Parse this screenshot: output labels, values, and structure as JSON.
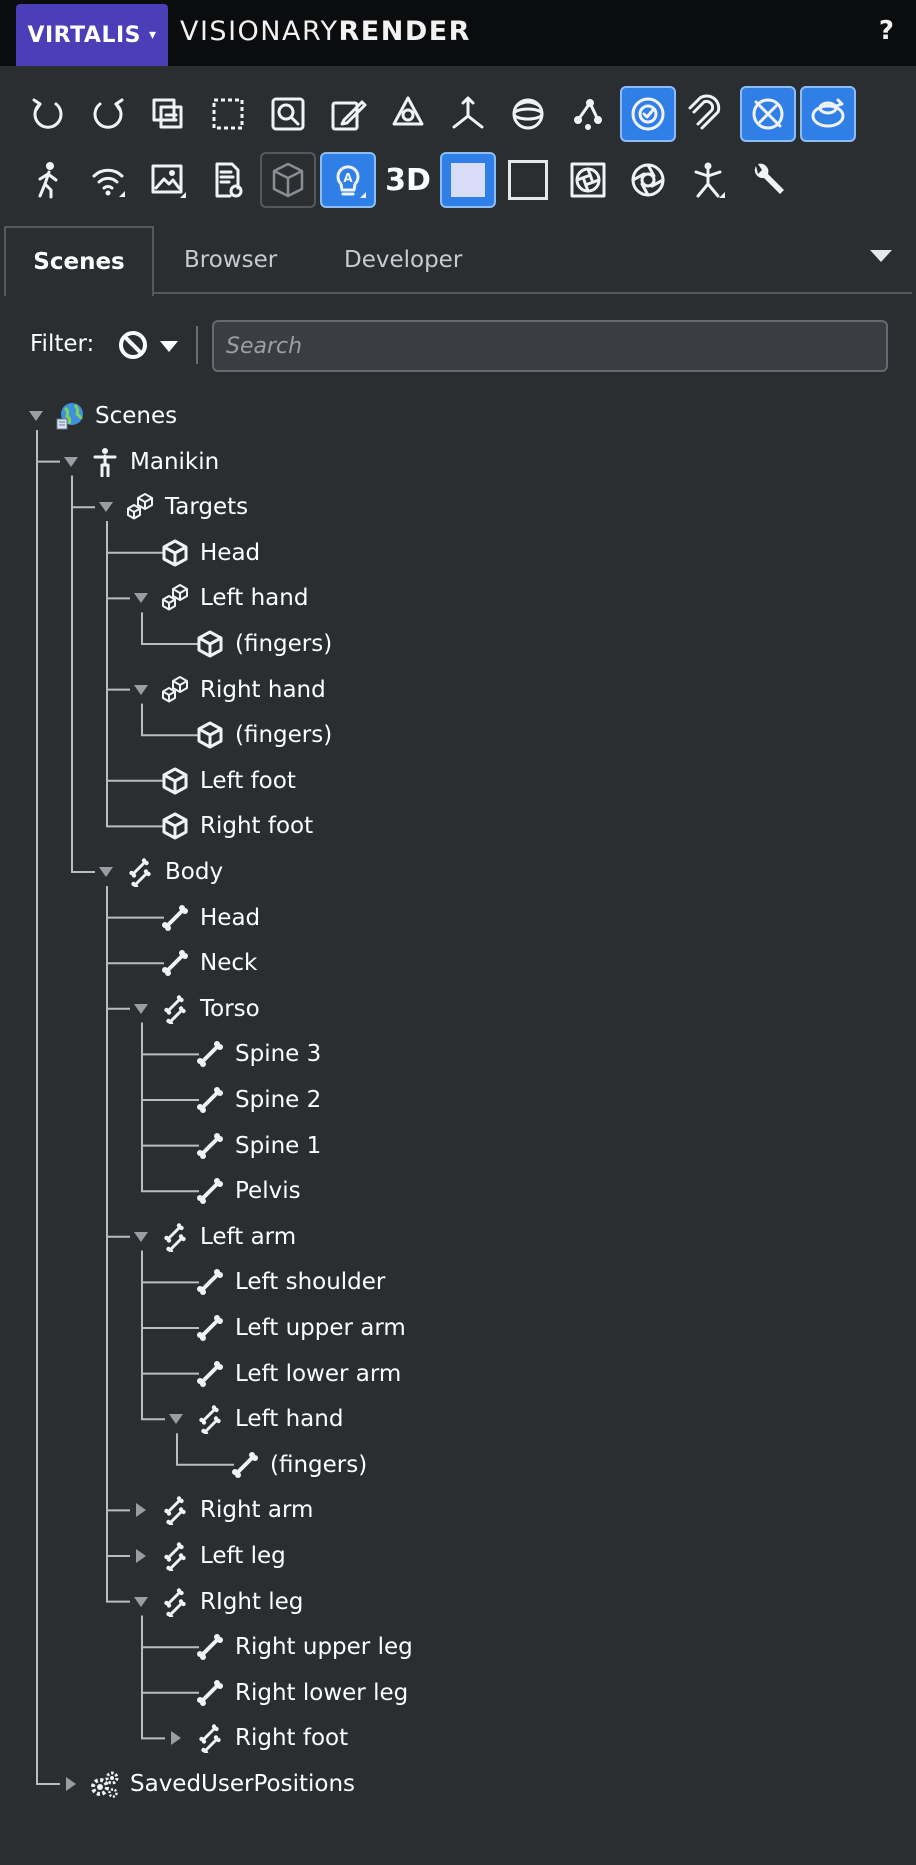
{
  "titlebar": {
    "brand": "VIRTALIS",
    "title_light": "VISIONARY",
    "title_bold": "RENDER",
    "help": "?"
  },
  "toolbar": {
    "row1": [
      {
        "icon": "undo-icon",
        "active": false
      },
      {
        "icon": "redo-icon",
        "active": false
      },
      {
        "icon": "copy-icon",
        "active": false
      },
      {
        "icon": "select-region-icon",
        "active": false
      },
      {
        "icon": "zoom-extents-icon",
        "active": false
      },
      {
        "icon": "edit-icon",
        "active": false
      },
      {
        "icon": "hierarchy-icon",
        "active": false
      },
      {
        "icon": "axes-icon",
        "active": false
      },
      {
        "icon": "sphere-icon",
        "active": false
      },
      {
        "icon": "nodes-icon",
        "active": false
      },
      {
        "icon": "gravity-icon",
        "active": true
      },
      {
        "icon": "magnet-icon",
        "active": false
      },
      {
        "icon": "collision-icon",
        "active": true
      },
      {
        "icon": "orbit-icon",
        "active": true
      }
    ],
    "row2": [
      {
        "icon": "walk-icon",
        "active": false
      },
      {
        "icon": "wireless-icon",
        "active": false
      },
      {
        "icon": "picture-icon",
        "active": false
      },
      {
        "icon": "document-settings-icon",
        "active": false
      },
      {
        "icon": "wireframe-cube-icon",
        "active": false,
        "boxed": true
      },
      {
        "icon": "lightbulb-icon",
        "active": true
      },
      {
        "icon": "3d-text",
        "label": "3D"
      },
      {
        "icon": "filled-square-icon",
        "active": true
      },
      {
        "icon": "empty-square-icon",
        "active": false
      },
      {
        "icon": "aperture-box-icon",
        "active": false
      },
      {
        "icon": "aperture-icon",
        "active": false
      },
      {
        "icon": "skeleton-icon",
        "active": false
      },
      {
        "icon": "wrench-icon",
        "active": false
      }
    ]
  },
  "tabs": [
    {
      "label": "Scenes",
      "active": true
    },
    {
      "label": "Browser",
      "active": false
    },
    {
      "label": "Developer",
      "active": false
    }
  ],
  "filter": {
    "label": "Filter:",
    "search_placeholder": "Search"
  },
  "tree": [
    {
      "label": "Scenes",
      "depth": 0,
      "icon": "globe-icon",
      "toggle": "down"
    },
    {
      "label": "Manikin",
      "depth": 1,
      "icon": "person-icon",
      "toggle": "down"
    },
    {
      "label": "Targets",
      "depth": 2,
      "icon": "cubes-icon",
      "toggle": "down"
    },
    {
      "label": "Head",
      "depth": 3,
      "icon": "cube-icon",
      "toggle": "none"
    },
    {
      "label": "Left hand",
      "depth": 3,
      "icon": "cubes-icon",
      "toggle": "down"
    },
    {
      "label": "(fingers)",
      "depth": 4,
      "icon": "cube-icon",
      "toggle": "none"
    },
    {
      "label": "Right hand",
      "depth": 3,
      "icon": "cubes-icon",
      "toggle": "down"
    },
    {
      "label": "(fingers)",
      "depth": 4,
      "icon": "cube-icon",
      "toggle": "none"
    },
    {
      "label": "Left foot",
      "depth": 3,
      "icon": "cube-icon",
      "toggle": "none"
    },
    {
      "label": "Right foot",
      "depth": 3,
      "icon": "cube-icon",
      "toggle": "none"
    },
    {
      "label": "Body",
      "depth": 2,
      "icon": "bones-icon",
      "toggle": "down"
    },
    {
      "label": "Head",
      "depth": 3,
      "icon": "bone-icon",
      "toggle": "none"
    },
    {
      "label": "Neck",
      "depth": 3,
      "icon": "bone-icon",
      "toggle": "none"
    },
    {
      "label": "Torso",
      "depth": 3,
      "icon": "bones-icon",
      "toggle": "down"
    },
    {
      "label": "Spine 3",
      "depth": 4,
      "icon": "bone-icon",
      "toggle": "none"
    },
    {
      "label": "Spine 2",
      "depth": 4,
      "icon": "bone-icon",
      "toggle": "none"
    },
    {
      "label": "Spine 1",
      "depth": 4,
      "icon": "bone-icon",
      "toggle": "none"
    },
    {
      "label": "Pelvis",
      "depth": 4,
      "icon": "bone-icon",
      "toggle": "none"
    },
    {
      "label": "Left arm",
      "depth": 3,
      "icon": "bones-icon",
      "toggle": "down"
    },
    {
      "label": "Left shoulder",
      "depth": 4,
      "icon": "bone-icon",
      "toggle": "none"
    },
    {
      "label": "Left upper arm",
      "depth": 4,
      "icon": "bone-icon",
      "toggle": "none"
    },
    {
      "label": "Left lower arm",
      "depth": 4,
      "icon": "bone-icon",
      "toggle": "none"
    },
    {
      "label": "Left hand",
      "depth": 4,
      "icon": "bones-icon",
      "toggle": "down"
    },
    {
      "label": "(fingers)",
      "depth": 5,
      "icon": "bone-icon",
      "toggle": "none"
    },
    {
      "label": "Right arm",
      "depth": 3,
      "icon": "bones-icon",
      "toggle": "right"
    },
    {
      "label": "Left leg",
      "depth": 3,
      "icon": "bones-icon",
      "toggle": "right"
    },
    {
      "label": "RIght leg",
      "depth": 3,
      "icon": "bones-icon",
      "toggle": "down"
    },
    {
      "label": "Right upper leg",
      "depth": 4,
      "icon": "bone-icon",
      "toggle": "none"
    },
    {
      "label": "Right lower leg",
      "depth": 4,
      "icon": "bone-icon",
      "toggle": "none"
    },
    {
      "label": "Right foot",
      "depth": 4,
      "icon": "bones-icon",
      "toggle": "right"
    },
    {
      "label": "SavedUserPositions",
      "depth": 1,
      "icon": "gears-icon",
      "toggle": "right"
    }
  ],
  "colors": {
    "background": "#2b2e31",
    "titlebar": "#0b0c0d",
    "brand": "#4b3fb8",
    "accent": "#2f7fe6",
    "tree_line": "#b9bdc1"
  }
}
